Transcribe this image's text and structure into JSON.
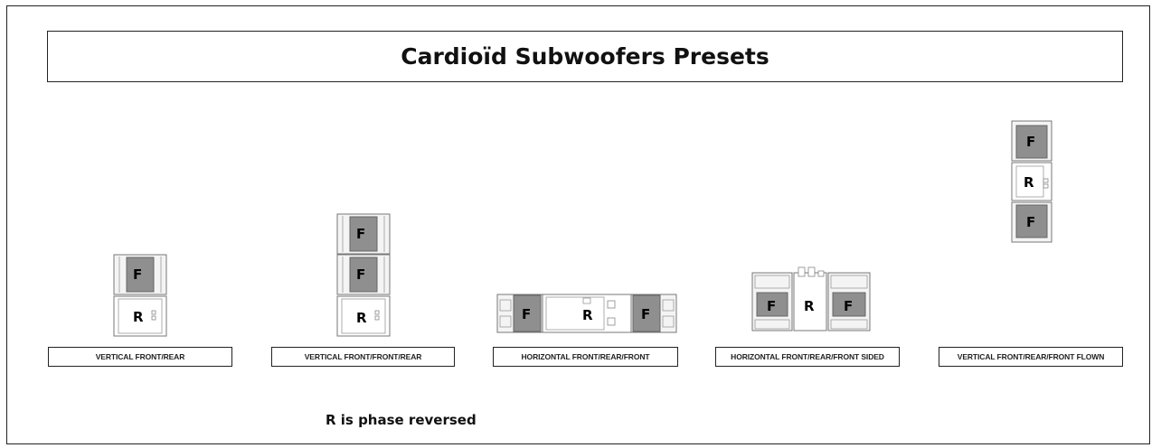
{
  "title": "Cardioïd Subwoofers Presets",
  "presets": [
    {
      "label": "VERTICAL FRONT/REAR"
    },
    {
      "label": "VERTICAL FRONT/FRONT/REAR"
    },
    {
      "label": "HORIZONTAL FRONT/REAR/FRONT"
    },
    {
      "label": "HORIZONTAL FRONT/REAR/FRONT SIDED"
    },
    {
      "label": "VERTICAL FRONT/REAR/FRONT FLOWN"
    }
  ],
  "cabinet_letters": {
    "front": "F",
    "rear": "R"
  },
  "note": "R is phase reversed",
  "colors": {
    "grille": "#8f8f8f",
    "outline": "#222222",
    "cabinet": "#f4f4f4"
  }
}
